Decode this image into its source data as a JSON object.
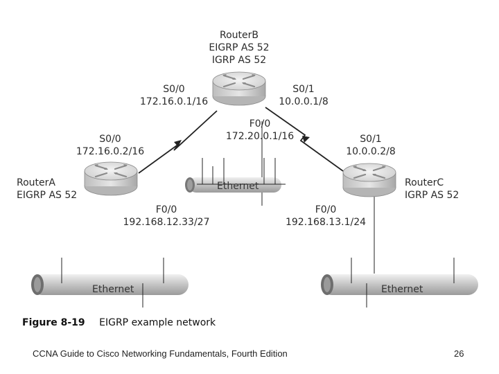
{
  "routers": {
    "b": {
      "name": "RouterB",
      "line1": "EIGRP AS 52",
      "line2": "IGRP AS 52"
    },
    "a": {
      "name": "RouterA",
      "line1": "EIGRP AS 52"
    },
    "c": {
      "name": "RouterC",
      "line1": "IGRP AS 52"
    }
  },
  "interfaces": {
    "b_s00": {
      "name": "S0/0",
      "ip": "172.16.0.1/16"
    },
    "b_s01": {
      "name": "S0/1",
      "ip": "10.0.0.1/8"
    },
    "b_f00": {
      "name": "F0/0",
      "ip": "172.20.0.1/16"
    },
    "a_s00": {
      "name": "S0/0",
      "ip": "172.16.0.2/16"
    },
    "a_f00": {
      "name": "F0/0",
      "ip": "192.168.12.33/27"
    },
    "c_s01": {
      "name": "S0/1",
      "ip": "10.0.0.2/8"
    },
    "c_f00": {
      "name": "F0/0",
      "ip": "192.168.13.1/24"
    }
  },
  "segments": {
    "middle": "Ethernet",
    "left": "Ethernet",
    "right": "Ethernet"
  },
  "caption": {
    "figure": "Figure 8-19",
    "title": "EIGRP example network"
  },
  "footer": {
    "book": "CCNA Guide to Cisco Networking Fundamentals, Fourth Edition",
    "page": "26"
  }
}
